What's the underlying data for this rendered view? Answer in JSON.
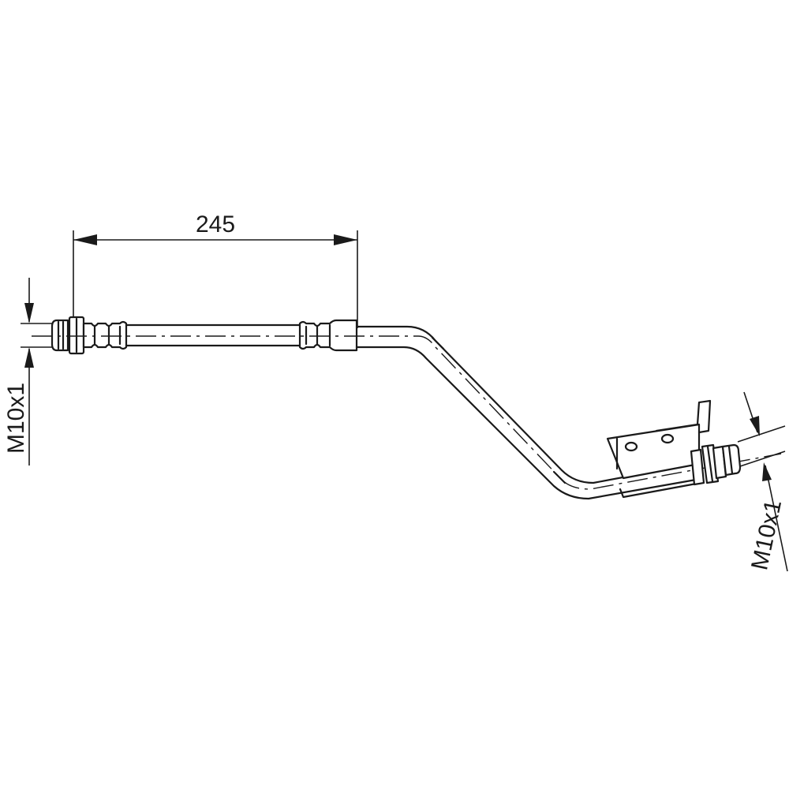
{
  "dimensions": {
    "length": "245",
    "thread_left": "M10x1",
    "thread_right": "M10x1"
  },
  "colors": {
    "line": "#1a1a1a",
    "background": "#ffffff"
  }
}
